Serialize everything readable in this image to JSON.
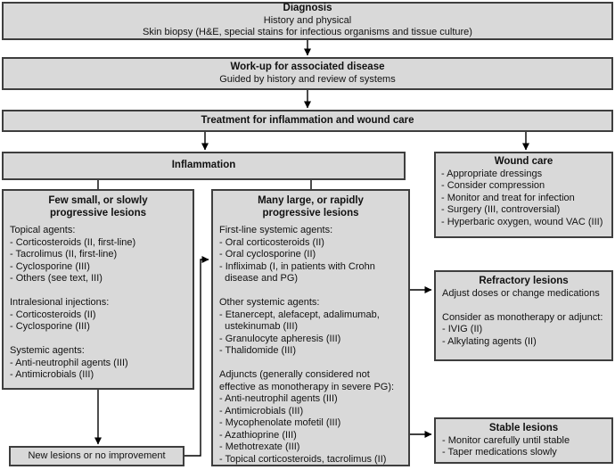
{
  "figure": {
    "background_color": "#ffffff",
    "box_fill_color": "#d9d9d9",
    "box_border_color": "#3e3e3e",
    "connector_color": "#000000"
  },
  "boxes": {
    "diagnosis": {
      "title": "Diagnosis",
      "body": [
        "History and physical",
        "Skin biopsy (H&E, special stains for infectious organisms and tissue culture)"
      ]
    },
    "workup": {
      "title": "Work-up for associated disease",
      "body": [
        "Guided by history and review of systems"
      ]
    },
    "treatment": {
      "title": "Treatment for inflammation and wound care"
    },
    "inflammation": {
      "title": "Inflammation"
    },
    "wound_care": {
      "title": "Wound care",
      "body": [
        "- Appropriate dressings",
        "- Consider compression",
        "- Monitor and treat for infection",
        "- Surgery (III, controversial)",
        "- Hyperbaric oxygen, wound VAC (III)"
      ]
    },
    "few_small": {
      "title": [
        "Few small, or slowly",
        "progressive lesions"
      ],
      "body": [
        "Topical agents:",
        "- Corticosteroids (II, first-line)",
        "- Tacrolimus (II, first-line)",
        "- Cyclosporine (III)",
        "- Others (see text, III)",
        "",
        "Intralesional injections:",
        "- Corticosteroids (II)",
        "- Cyclosporine (III)",
        "",
        "Systemic agents:",
        "- Anti-neutrophil agents (III)",
        "- Antimicrobials (III)"
      ]
    },
    "many_large": {
      "title": [
        "Many large, or rapidly",
        "progressive lesions"
      ],
      "body": [
        "First-line systemic agents:",
        "- Oral corticosteroids (II)",
        "- Oral cyclosporine (II)",
        "- Infliximab (I, in patients with Crohn",
        "  disease and PG)",
        "",
        "Other systemic agents:",
        "- Etanercept, alefacept, adalimumab,",
        "  ustekinumab (III)",
        "- Granulocyte apheresis (III)",
        "- Thalidomide (III)",
        "",
        "Adjuncts (generally considered not",
        "effective as monotherapy in severe PG):",
        "- Anti-neutrophil agents (III)",
        "- Antimicrobials (III)",
        "- Mycophenolate mofetil (III)",
        "- Azathioprine (III)",
        "- Methotrexate (III)",
        "- Topical corticosteroids, tacrolimus (II)"
      ]
    },
    "refractory": {
      "title": "Refractory lesions",
      "body": [
        "Adjust doses or change medications",
        "",
        "Consider as monotherapy or adjunct:",
        "- IVIG (II)",
        "- Alkylating agents (II)"
      ]
    },
    "stable": {
      "title": "Stable lesions",
      "body": [
        "- Monitor carefully until stable",
        "- Taper medications slowly"
      ]
    },
    "new_lesions": {
      "title": "New lesions or no improvement"
    }
  }
}
